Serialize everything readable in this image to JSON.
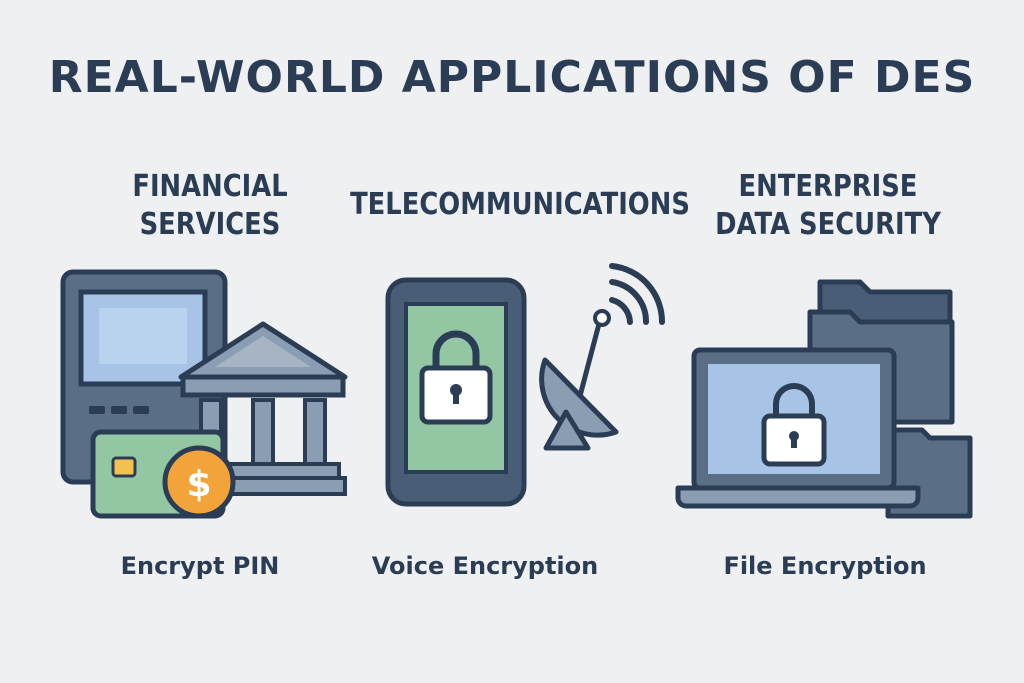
{
  "title": "REAL-WORLD APPLICATIONS OF DES",
  "columns": [
    {
      "heading_line1": "FINANCIAL",
      "heading_line2": "SERVICES",
      "caption": "Encrypt PIN",
      "icon_symbol": "$"
    },
    {
      "heading_line1": "TELECOMMUNICATIONS",
      "heading_line2": "",
      "caption": "Voice Encryption"
    },
    {
      "heading_line1": "ENTERPRISE",
      "heading_line2": "DATA SECURITY",
      "caption": "File Encryption"
    }
  ],
  "colors": {
    "navy": "#34475f",
    "slate": "#8b9db3",
    "screen_blue": "#a7c4e6",
    "green": "#93c6a2",
    "gold": "#f2a43a",
    "background": "#eef0f2"
  }
}
